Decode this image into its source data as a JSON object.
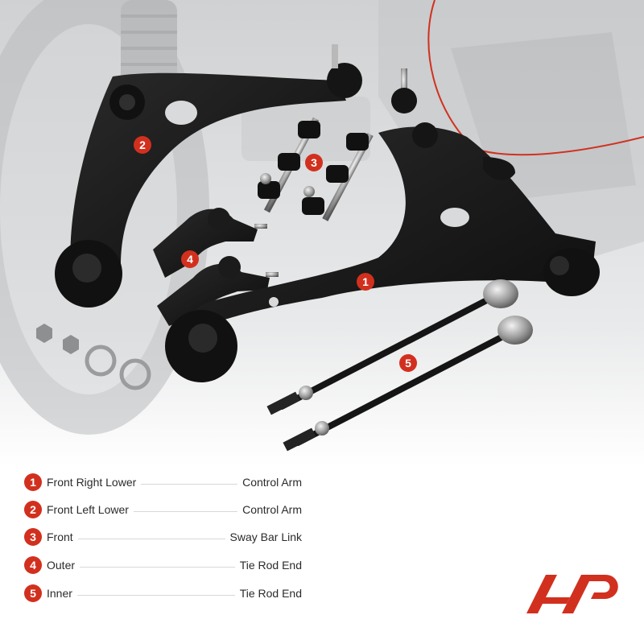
{
  "callouts": [
    "1",
    "2",
    "3",
    "4",
    "5"
  ],
  "legend": [
    {
      "number": "1",
      "left": "Front Right Lower",
      "right": "Control Arm"
    },
    {
      "number": "2",
      "left": "Front Left Lower",
      "right": "Control Arm"
    },
    {
      "number": "3",
      "left": "Front",
      "right": "Sway Bar Link"
    },
    {
      "number": "4",
      "left": "Outer",
      "right": "Tie Rod End"
    },
    {
      "number": "5",
      "left": "Inner",
      "right": "Tie Rod End"
    }
  ],
  "colors": {
    "accent": "#d2301e",
    "part": "#1a1a1a",
    "background": "#e6e7e8"
  },
  "icons": {
    "logo": "brand-logo-icon"
  }
}
